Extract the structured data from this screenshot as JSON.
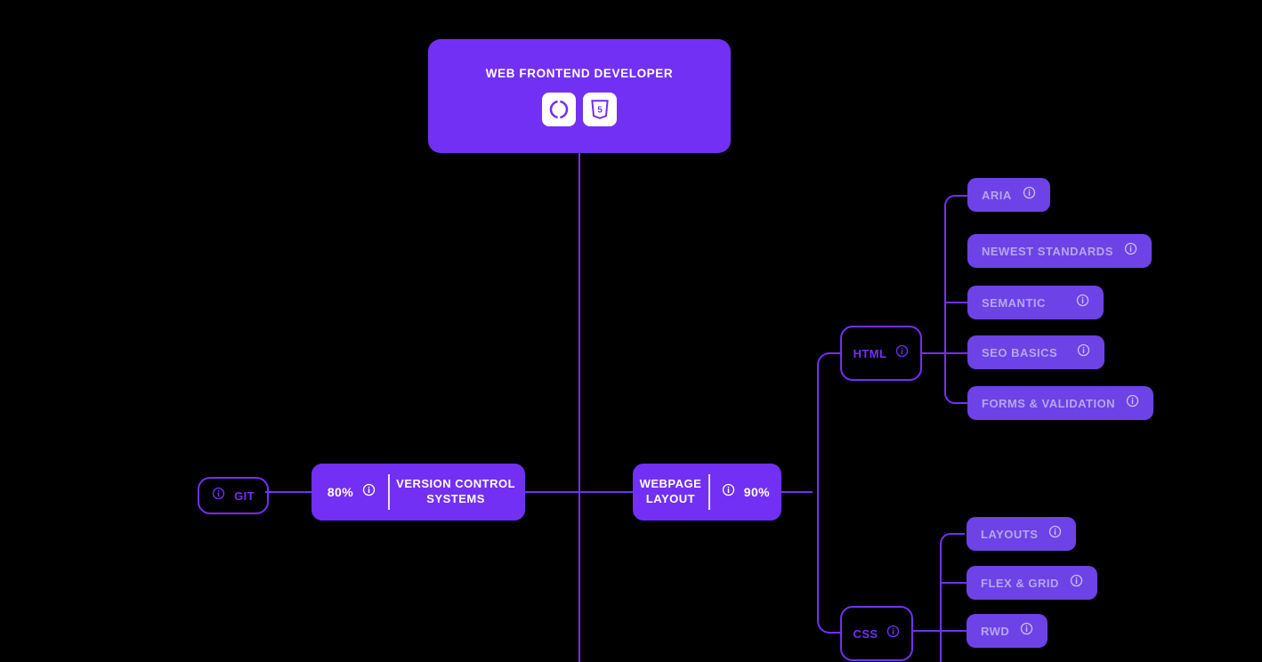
{
  "diagram": {
    "title": "Web Frontend Developer roadmap",
    "colors": {
      "background": "#000000",
      "accent": "#7230f5",
      "leaf_fill": "#6d42e6",
      "leaf_text": "#b7a6ef",
      "node_text": "#ffffff"
    }
  },
  "root": {
    "label": "WEB FRONTEND DEVELOPER",
    "icons": [
      {
        "name": "css3-icon",
        "glyph": "( )"
      },
      {
        "name": "html5-icon",
        "glyph": "5"
      }
    ]
  },
  "nodes": {
    "git": {
      "label": "GIT",
      "info_icon": "info-icon",
      "style": "outlined"
    },
    "version_control": {
      "label": "VERSION CONTROL SYSTEMS",
      "percent": "80%",
      "info_icon": "info-icon",
      "style": "filled"
    },
    "webpage_layout": {
      "label": "WEBPAGE LAYOUT",
      "percent": "90%",
      "info_icon": "info-icon",
      "style": "filled"
    },
    "html": {
      "label": "HTML",
      "info_icon": "info-icon",
      "style": "outlined"
    },
    "css": {
      "label": "CSS",
      "info_icon": "info-icon",
      "style": "outlined"
    }
  },
  "branches": {
    "html_children": [
      {
        "label": "ARIA",
        "info_icon": "info-icon"
      },
      {
        "label": "NEWEST STANDARDS",
        "info_icon": "info-icon"
      },
      {
        "label": "SEMANTIC",
        "info_icon": "info-icon"
      },
      {
        "label": "SEO BASICS",
        "info_icon": "info-icon"
      },
      {
        "label": "FORMS & VALIDATION",
        "info_icon": "info-icon"
      }
    ],
    "css_children": [
      {
        "label": "LAYOUTS",
        "info_icon": "info-icon"
      },
      {
        "label": "FLEX & GRID",
        "info_icon": "info-icon"
      },
      {
        "label": "RWD",
        "info_icon": "info-icon"
      }
    ]
  }
}
